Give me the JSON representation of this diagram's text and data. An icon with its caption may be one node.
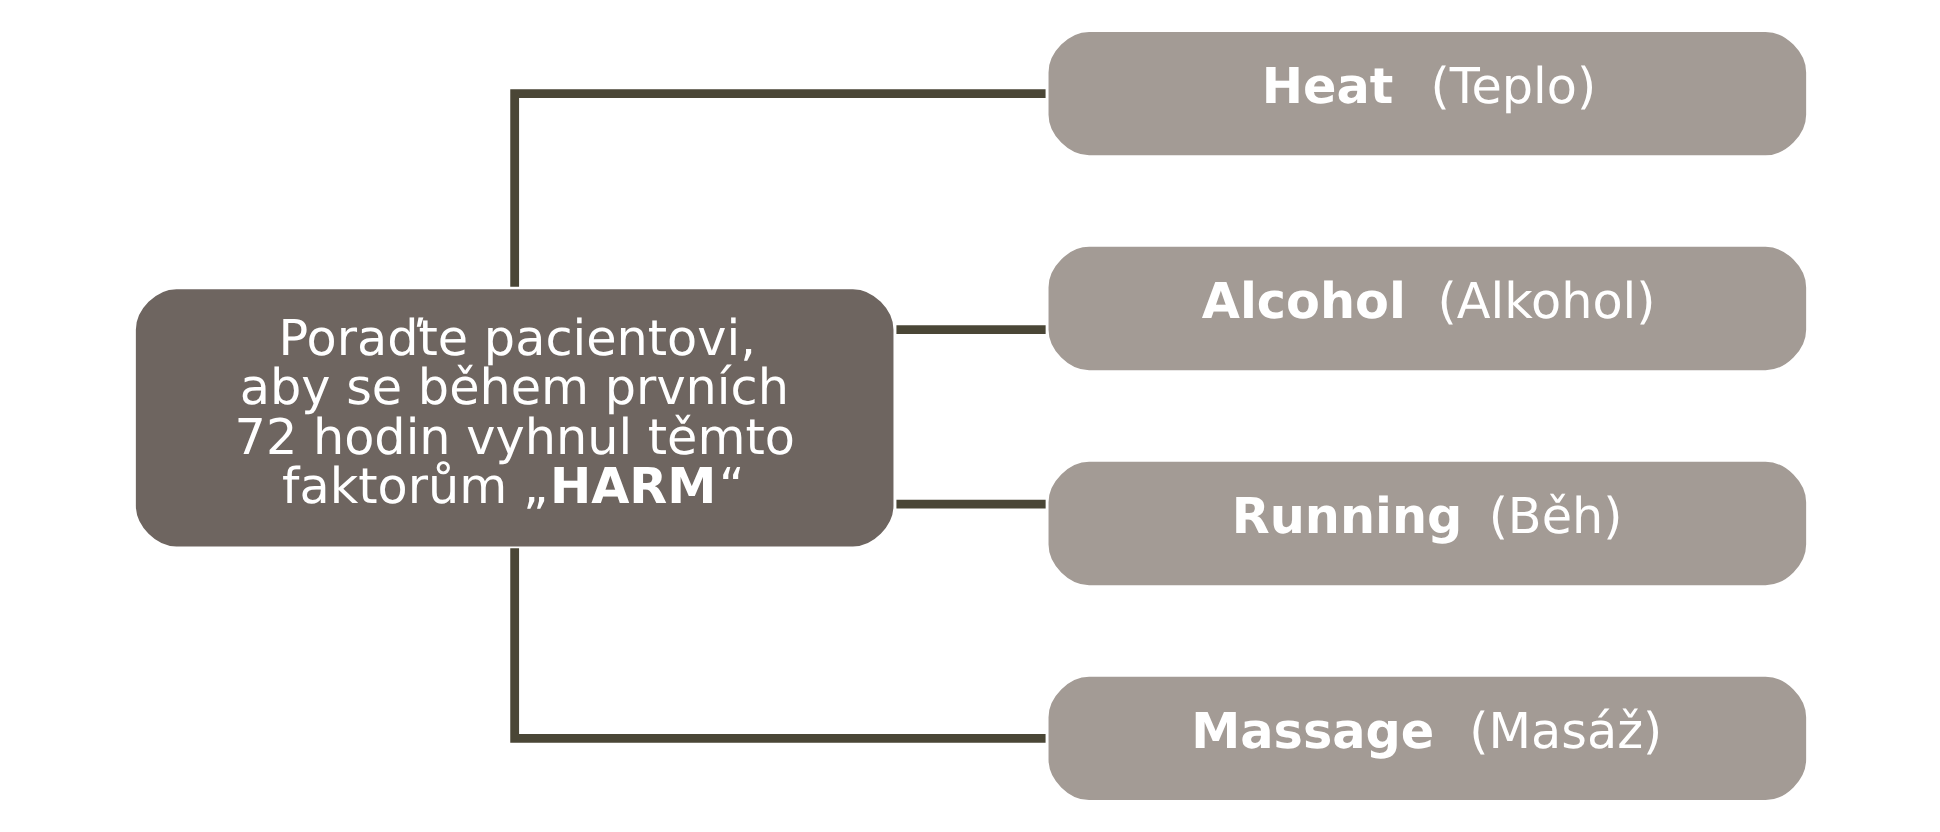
{
  "diagram": {
    "nodes": [
      {
        "text": [
          "Poraďte pacientovi, aby se během prvních 72 hodin vyhnul těmto faktorům „**HARM**“"
        ]
      },
      {
        "text": [
          "**Heat** (Teplo)"
        ]
      },
      {
        "text": [
          "**Alcohol** (Alkohol)"
        ]
      },
      {
        "text": [
          "**Running** (Běh)"
        ]
      },
      {
        "text": [
          "**Massage** (Masáž)"
        ]
      }
    ],
    "edges": [
      {
        "from": 0,
        "to": 1,
        "arrow": "none"
      },
      {
        "from": 0,
        "to": 2,
        "arrow": "none"
      },
      {
        "from": 0,
        "to": 3,
        "arrow": "none"
      },
      {
        "from": 0,
        "to": 4,
        "arrow": "none"
      }
    ]
  }
}
